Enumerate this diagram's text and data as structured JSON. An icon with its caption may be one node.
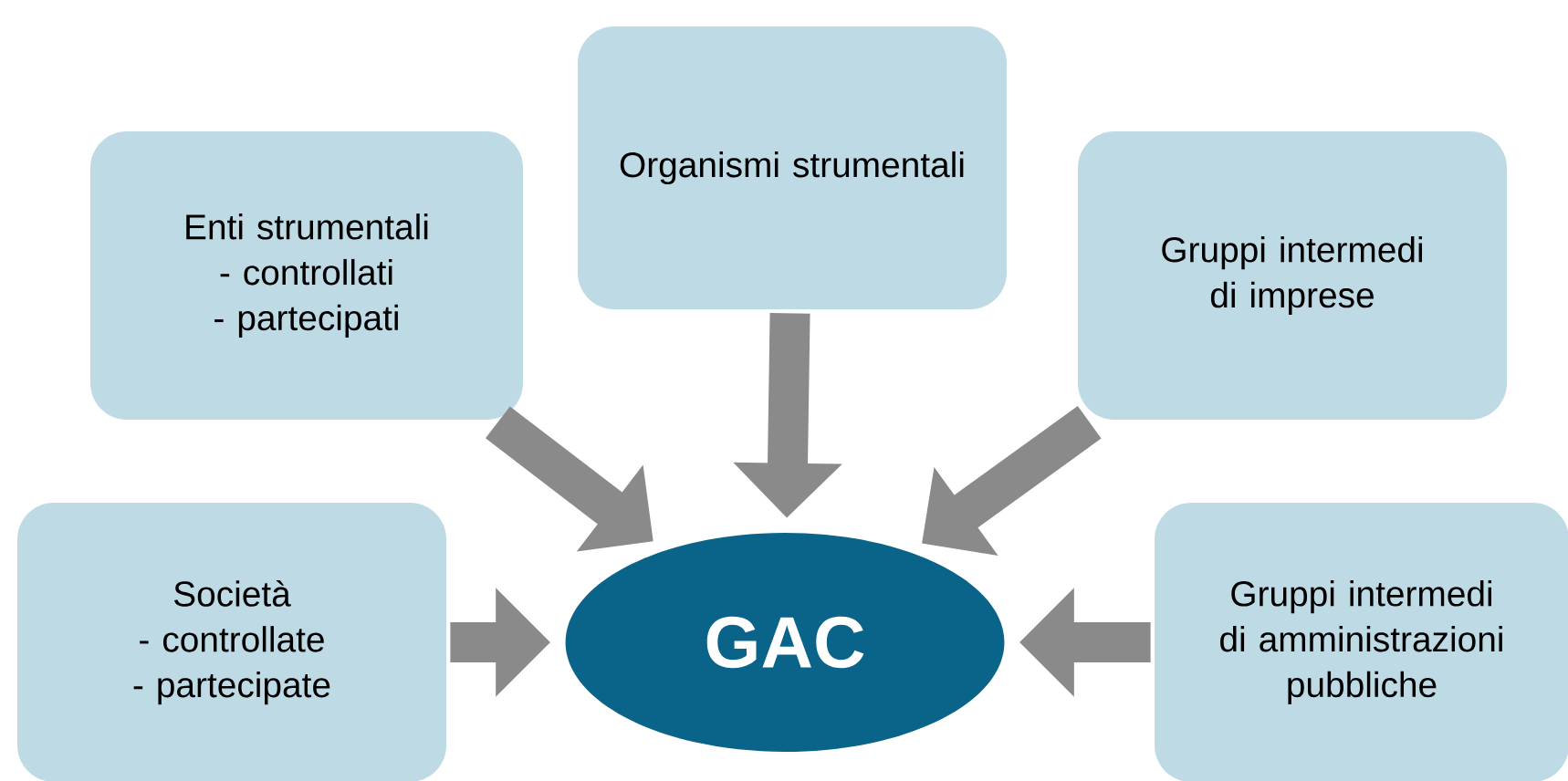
{
  "diagram": {
    "nodes": [
      {
        "text": [
          "Enti strumentali",
          "- controllati",
          "- partecipati"
        ]
      },
      {
        "text": [
          "Organismi strumentali"
        ]
      },
      {
        "text": [
          "Gruppi intermedi di imprese"
        ]
      },
      {
        "text": [
          "Società",
          "- controllate",
          "- partecipate"
        ]
      },
      {
        "text": [
          "GAC"
        ]
      },
      {
        "text": [
          "Gruppi intermedi di amministrazioni pubbliche"
        ]
      }
    ],
    "edges": [
      {
        "from": 0,
        "to": 4,
        "arrow": "to"
      },
      {
        "from": 1,
        "to": 4,
        "arrow": "to"
      },
      {
        "from": 2,
        "to": 4,
        "arrow": "to"
      },
      {
        "from": 3,
        "to": 4,
        "arrow": "to"
      },
      {
        "from": 5,
        "to": 4,
        "arrow": "to"
      }
    ]
  }
}
